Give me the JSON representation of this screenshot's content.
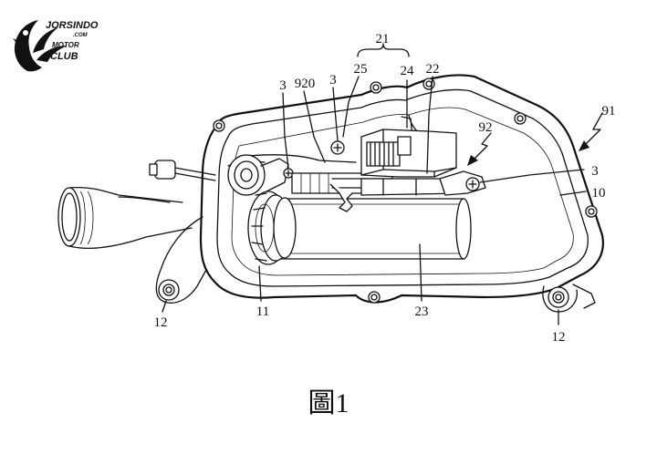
{
  "logo": {
    "brand": "JORSINDO",
    "com": ".COM",
    "motor": "MOTOR",
    "club": "CLUB"
  },
  "figure": {
    "caption": "圖1",
    "labels": {
      "l21": "21",
      "l25": "25",
      "l24": "24",
      "l22": "22",
      "l920": "920",
      "l3a": "3",
      "l3b": "3",
      "l3c": "3",
      "l91": "91",
      "l92": "92",
      "l10": "10",
      "l11": "11",
      "l12a": "12",
      "l12b": "12",
      "l23": "23"
    }
  }
}
